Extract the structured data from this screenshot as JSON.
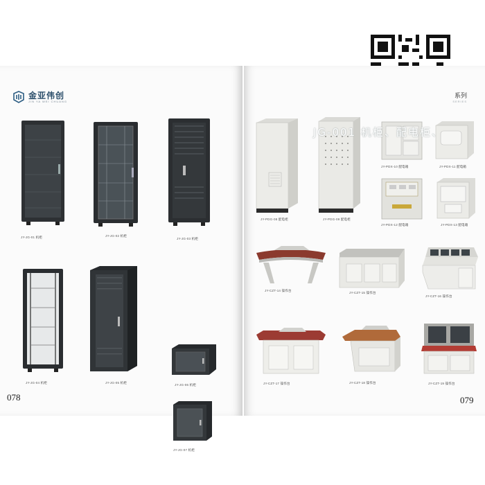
{
  "header": {
    "brand_name": "金亚伟创",
    "brand_sub": "JIN YA WEI CHUANG",
    "series_label": "系列",
    "series_en": "SERIES"
  },
  "overlay_title": "JG-001 机柜、配电柜、",
  "pages": {
    "left_number": "078",
    "right_number": "079"
  },
  "products_left": [
    {
      "id": "c1",
      "caption": "JY-JG-01 机柜"
    },
    {
      "id": "c2",
      "caption": "JY-JG-02 机柜"
    },
    {
      "id": "c3",
      "caption": "JY-JG-03 机柜"
    },
    {
      "id": "c4",
      "caption": "JY-JG-04 机柜"
    },
    {
      "id": "c5",
      "caption": "JY-JG-05 机柜"
    },
    {
      "id": "c6",
      "caption": "JY-JG-06 机柜"
    },
    {
      "id": "c7",
      "caption": "JY-JG-07 机柜"
    }
  ],
  "products_right": [
    {
      "id": "p1",
      "caption": "JY-PDG-08 配电柜"
    },
    {
      "id": "p2",
      "caption": "JY-PDG-09 配电柜"
    },
    {
      "id": "p3",
      "caption": "JY-PDX-10 配电箱"
    },
    {
      "id": "p4",
      "caption": "JY-PDX-11 配电箱"
    },
    {
      "id": "p5",
      "caption": "JY-PDX-12 配电箱"
    },
    {
      "id": "p6",
      "caption": "JY-PDX-13 配电箱"
    },
    {
      "id": "d1",
      "caption": "JY-CZT-14 操作台"
    },
    {
      "id": "d2",
      "caption": "JY-CZT-15 操作台"
    },
    {
      "id": "d3",
      "caption": "JY-CZT-16 操作台"
    },
    {
      "id": "d4",
      "caption": "JY-CZT-17 操作台"
    },
    {
      "id": "d5",
      "caption": "JY-CZT-18 操作台"
    },
    {
      "id": "d6",
      "caption": "JY-CZT-19 操作台"
    }
  ],
  "icons": {
    "brand_logo": "jy-logo-icon",
    "qr_code": "qr-code-icon"
  }
}
